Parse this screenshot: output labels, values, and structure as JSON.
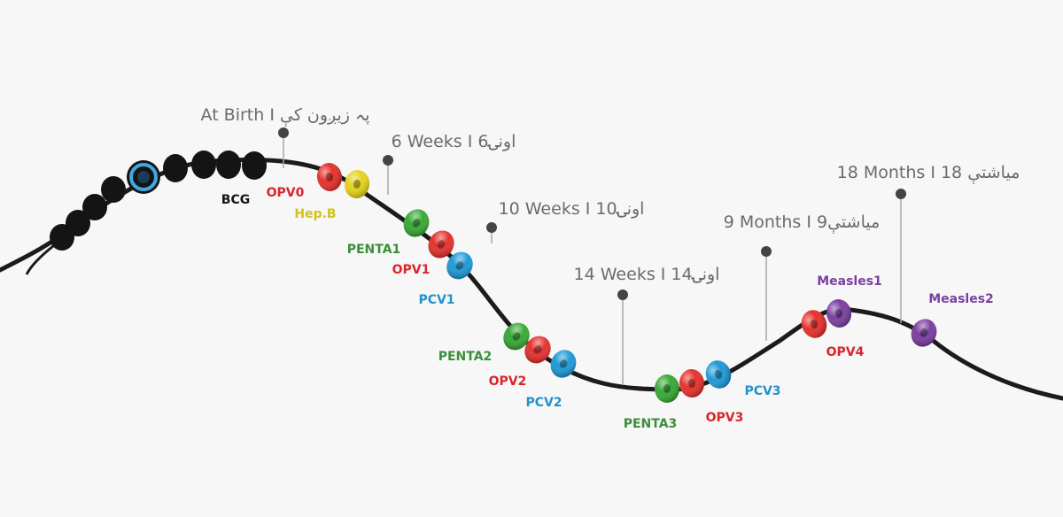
{
  "colors": {
    "background": "#f7f7f7",
    "string": "#1b1b1b",
    "milestone_text": "#6b6b6b",
    "milestone_line": "#a9a9a9",
    "milestone_dot": "#444444",
    "black_bead": "#141414",
    "eye_bead_ring": "#3fa9e0",
    "opv_red": "#e5322d",
    "hepb_yellow": "#e6d21d",
    "penta_green": "#39a935",
    "pcv_blue": "#1f9ad6",
    "measles_purple": "#7b3fa0"
  },
  "milestones": [
    {
      "id": "at-birth",
      "label": "At Birth I پہ زیږون کې"
    },
    {
      "id": "6-weeks",
      "label": "6 Weeks I 6اونۍ"
    },
    {
      "id": "10-weeks",
      "label": "10 Weeks I  10اونۍ"
    },
    {
      "id": "14-weeks",
      "label": "14 Weeks I 14اونۍ"
    },
    {
      "id": "9-months",
      "label": "9 Months I 9میاشتې"
    },
    {
      "id": "18-months",
      "label": "18 Months I 18 میاشتې"
    }
  ],
  "vaccines": [
    {
      "id": "bcg",
      "label": "BCG",
      "color": "#141414"
    },
    {
      "id": "opv0",
      "label": "OPV0",
      "color": "#d8262b"
    },
    {
      "id": "hepb",
      "label": "Hep.B",
      "color": "#d4c21a"
    },
    {
      "id": "penta1",
      "label": "PENTA1",
      "color": "#3b8f3a"
    },
    {
      "id": "opv1",
      "label": "OPV1",
      "color": "#d8262b"
    },
    {
      "id": "pcv1",
      "label": "PCV1",
      "color": "#2392c9"
    },
    {
      "id": "penta2",
      "label": "PENTA2",
      "color": "#3b8f3a"
    },
    {
      "id": "opv2",
      "label": "OPV2",
      "color": "#d8262b"
    },
    {
      "id": "pcv2",
      "label": "PCV2",
      "color": "#2392c9"
    },
    {
      "id": "penta3",
      "label": "PENTA3",
      "color": "#3b8f3a"
    },
    {
      "id": "opv3",
      "label": "OPV3",
      "color": "#d8262b"
    },
    {
      "id": "pcv3",
      "label": "PCV3",
      "color": "#2392c9"
    },
    {
      "id": "opv4",
      "label": "OPV4",
      "color": "#d8262b"
    },
    {
      "id": "measles1",
      "label": "Measles1",
      "color": "#7b3fa0"
    },
    {
      "id": "measles2",
      "label": "Measles2",
      "color": "#7b3fa0"
    }
  ]
}
